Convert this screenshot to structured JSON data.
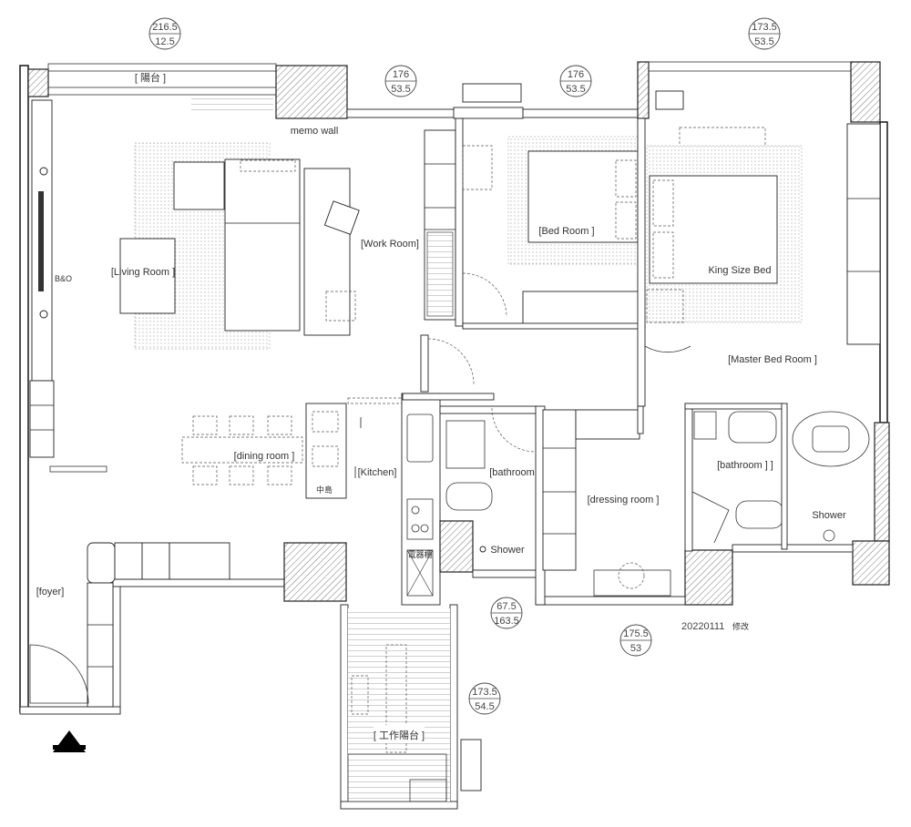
{
  "dimensions": [
    {
      "top": "216.5",
      "bottom": "12.5"
    },
    {
      "top": "176",
      "bottom": "53.5"
    },
    {
      "top": "176",
      "bottom": "53.5"
    },
    {
      "top": "173.5",
      "bottom": "53.5"
    },
    {
      "top": "67.5",
      "bottom": "163.5"
    },
    {
      "top": "175.5",
      "bottom": "53"
    },
    {
      "top": "173.5",
      "bottom": "54.5"
    }
  ],
  "labels": {
    "balcony": "[ 陽台 ]",
    "memo_wall": "memo wall",
    "living_room": "[Living Room ]",
    "bo": "B&O",
    "work_room": "[Work Room]",
    "bed_room": "[Bed Room ]",
    "king_bed": "King Size Bed",
    "master_bed_room": "[Master Bed Room ]",
    "dining_room": "[dining room ]",
    "kitchen": "[Kitchen]",
    "bathroom_1": "[bathroom",
    "shower_1": "Shower",
    "dressing_room": "[dressing room ]",
    "bathroom_2": "[bathroom ] ]",
    "shower_2": "Shower",
    "foyer": "[foyer]",
    "work_balcony": "[ 工作陽台 ]",
    "appliance": "電器櫃",
    "island": "中島",
    "revision": "20220111",
    "revision_note": "修改"
  }
}
